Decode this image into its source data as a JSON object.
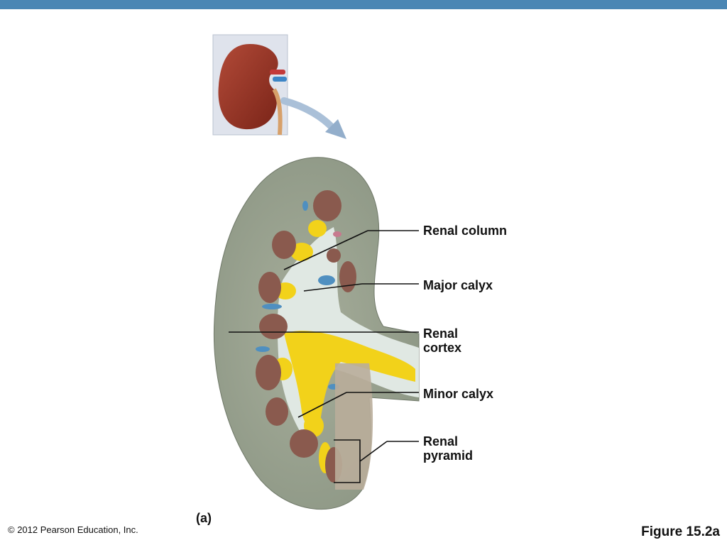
{
  "colors": {
    "top_bar": "#4a86b4",
    "cortex": "#9aa38f",
    "pyramid": "#8a5a4e",
    "fat": "#f2d21a",
    "calyx": "#dde6e0",
    "vessel": "#4f8fc0"
  },
  "labels": {
    "renal_column": "Renal column",
    "major_calyx": "Major calyx",
    "renal_cortex": [
      "Renal",
      "cortex"
    ],
    "minor_calyx": "Minor calyx",
    "renal_pyramid": [
      "Renal",
      "pyramid"
    ]
  },
  "panel_label": "(a)",
  "copyright": "© 2012 Pearson Education, Inc.",
  "figure_number": "Figure 15.2a"
}
